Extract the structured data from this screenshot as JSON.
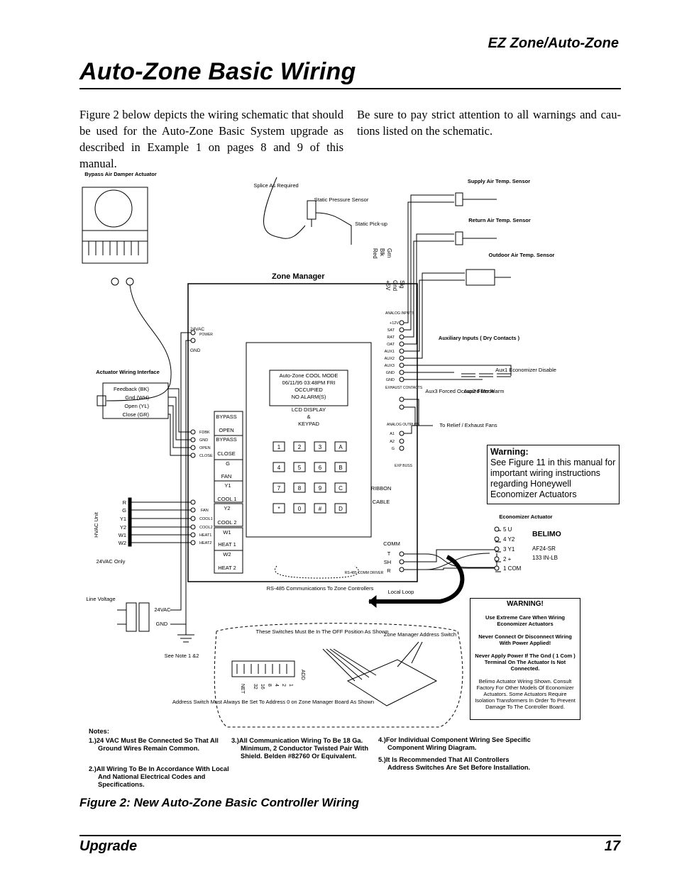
{
  "header": {
    "section_title": "EZ Zone/Auto-Zone",
    "page_title": "Auto-Zone Basic Wiring"
  },
  "intro": {
    "left": "Figure 2 below depicts the  wiring schematic that should be used  for the Auto-Zone Basic System upgrade as described in Example 1 on pages 8 and 9 of this manual.",
    "right": "Be sure to pay strict attention to all warnings and cau-tions listed on the schematic."
  },
  "figure": {
    "caption": "Figure 2: New Auto-Zone Basic Controller Wiring",
    "bypass_actuator": "Bypass Air Damper Actuator",
    "splice": "Splice As Required",
    "static_sensor": "Static Pressure Sensor",
    "static_pickup": "Static Pick-up",
    "supply_sensor": "Supply Air Temp. Sensor",
    "return_sensor": "Return Air Temp. Sensor",
    "outdoor_sensor": "Outdoor Air Temp. Sensor",
    "zone_manager": "Zone Manager",
    "sensor_wires": [
      "Red",
      "Blk",
      "Grn"
    ],
    "sensor_terms": [
      "+5V",
      "Gnd",
      "Sig"
    ],
    "actuator_interface": "Actuator Wiring Interface",
    "actuator_wires": [
      "Feedback (BK)",
      "Gnd (WH)",
      "Open (YL)",
      "Close (GR)"
    ],
    "lcd_screen": [
      "Auto-Zone COOL MODE",
      "06/11/95 03:48PM FRI",
      "OCCUPIED",
      "NO ALARM(S)"
    ],
    "lcd_label": [
      "LCD DISPLAY",
      "&",
      "KEYPAD"
    ],
    "keypad": [
      "1",
      "2",
      "3",
      "A",
      "4",
      "5",
      "6",
      "B",
      "7",
      "8",
      "9",
      "C",
      "*",
      "0",
      "#",
      "D"
    ],
    "power_24vac": "24VAC",
    "power_gnd": "GND",
    "power_label": "POWER",
    "relay_labels": [
      "BYPASS",
      "OPEN",
      "BYPASS",
      "CLOSE",
      "G",
      "FAN",
      "Y1",
      "COOL 1",
      "Y2",
      "COOL 2",
      "W1",
      "HEAT 1",
      "W2",
      "HEAT 2"
    ],
    "left_terms": [
      "FDBK",
      "GND",
      "OPEN",
      "CLOSE",
      "FAN",
      "COOL1",
      "COOL2",
      "HEAT1",
      "HEAT2"
    ],
    "hvac_unit": "HVAC Unit",
    "hvac_wires": [
      "R",
      "G",
      "Y1",
      "Y2",
      "W1",
      "W2"
    ],
    "hvac_note": "24VAC Only",
    "analog_inputs": "ANALOG INPUTS",
    "analog_terms": [
      "+12V",
      "SAT",
      "RAT",
      "OAT",
      "AUX1",
      "AUX2",
      "AUX3",
      "GND",
      "GND"
    ],
    "exhaust": "EXHAUST CONTACTS",
    "analog_outputs": "ANALOG OUTPUTS",
    "ao_terms": [
      "A1",
      "A2",
      "G"
    ],
    "exp_buss": "EXP BUSS",
    "ribbon": "RIBBON",
    "cable": "CABLE",
    "comm": "COMM",
    "comm_terms": [
      "T",
      "SH",
      "R"
    ],
    "rs485_driver": "RS-485 COMM DRIVER",
    "aux_inputs": "Auxiliary Inputs ( Dry Contacts )",
    "aux1": "Aux1 Economizer Disable",
    "aux2": "Aux2 Filter Alarm",
    "aux3": "Aux3 Forced Occupied Mode",
    "relief_fans": "To Relief / Exhaust Fans",
    "warning1_title": "Warning:",
    "warning1_text": "See Figure 11 in this manual for important wiring instructions regarding Honeywell Economizer Actuators",
    "econ_actuator": "Economizer Actuator",
    "belimo": "BELIMO",
    "belimo_model": "AF24-SR",
    "belimo_torque": "133 IN-LB",
    "belimo_terms": [
      "5  U",
      "4  Y2",
      "3  Y1",
      "2  +",
      "1  COM"
    ],
    "rs485_comm": "RS-485 Communications To Zone Controllers",
    "local_loop": "Local Loop",
    "line_voltage": "Line Voltage",
    "xfmr_24vac": "24VAC",
    "xfmr_gnd": "GND",
    "see_note": "See Note 1 &2",
    "switch_off": "These Switches Must Be In The OFF Position As Shown",
    "address_switch": "Zone Manager Address Switch",
    "address_note": "Address Switch Must Always Be Set To Address 0  on Zone Manager Board As Shown",
    "add": "ADD",
    "dip_values": [
      "1",
      "2",
      "4",
      "8",
      "16",
      "32",
      "NET"
    ],
    "warning2_title": "WARNING!",
    "warning2_lines": [
      "Use Extreme Care When Wiring Economizer Actuators",
      "Never Connect Or Disconnect Wiring With Power Applied!",
      "Never Apply Power If The Gnd ( 1 Com ) Terminal On The Actuator Is Not Connected.",
      "Belimo Actuator Wiring Shown. Consult Factory For Other Models Of Economizer Actuators. Some Actuators Require Isolation Transformers In Order To Prevent Damage To The Controller Board."
    ],
    "notes_title": "Notes:",
    "notes": [
      "1.)24 VAC Must Be Connected So That All Ground Wires Remain Common.",
      "2.)All Wiring To Be In Accordance With Local And National Electrical Codes and Specifications.",
      "3.)All Communication Wiring To Be 18 Ga. Minimum, 2 Conductor Twisted Pair With Shield. Belden #82760 Or Equivalent.",
      "4.)For Individual Component Wiring See Specific Component Wiring Diagram.",
      "5.)It Is Recommended That All Controllers Address Switches Are Set Before Installation."
    ]
  },
  "footer": {
    "left": "Upgrade",
    "page_number": "17"
  }
}
